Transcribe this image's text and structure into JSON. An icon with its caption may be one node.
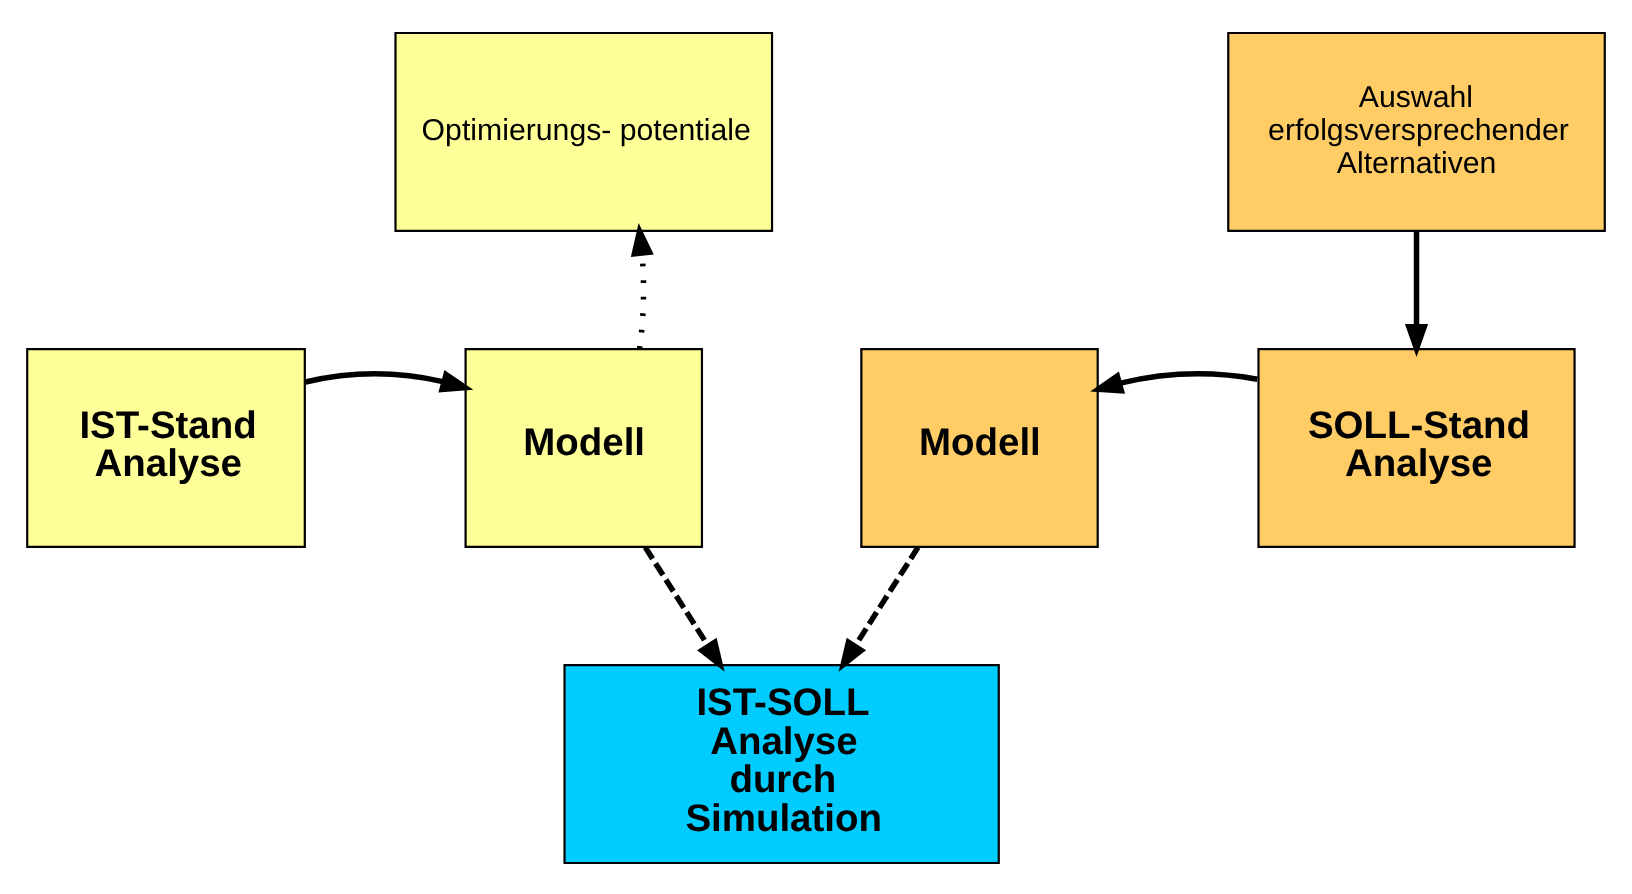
{
  "diagram": {
    "nodes": [
      {
        "text": [
          "Optimierungs- potentiale"
        ]
      },
      {
        "text": [
          "Auswahl erfolgsversprechender Alternativen"
        ]
      },
      {
        "text": [
          "IST-Stand Analyse"
        ]
      },
      {
        "text": [
          "Modell"
        ]
      },
      {
        "text": [
          "Modell"
        ]
      },
      {
        "text": [
          "SOLL-Stand Analyse"
        ]
      },
      {
        "text": [
          "IST-SOLL Analyse durch Simulation"
        ]
      }
    ],
    "edges": [
      {
        "from": 2,
        "to": 3,
        "arrow": "to"
      },
      {
        "from": 3,
        "to": 0,
        "arrow": "to",
        "style": "dashed"
      },
      {
        "from": 1,
        "to": 5,
        "arrow": "to"
      },
      {
        "from": 5,
        "to": 4,
        "arrow": "to"
      },
      {
        "from": 3,
        "to": 6,
        "arrow": "to",
        "style": "dashed"
      },
      {
        "from": 4,
        "to": 6,
        "arrow": "to",
        "style": "dashed"
      }
    ]
  }
}
